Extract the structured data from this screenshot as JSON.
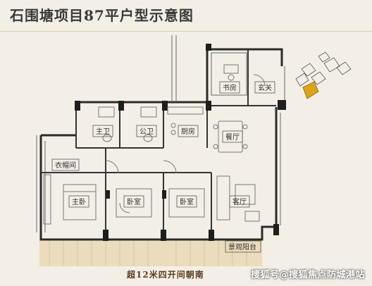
{
  "title": "石围塘项目87平户型示意图",
  "rooms": {
    "shufang": "书房",
    "xuanguan": "玄关",
    "zhuwei": "主卫",
    "gongwei": "公卫",
    "chufang": "厨房",
    "canting": "餐厅",
    "yimaojian": "衣帽间",
    "zhuwo": "主卧",
    "woshi1": "卧室",
    "woshi2": "卧室",
    "keting": "客厅",
    "jingguan": "景观阳台"
  },
  "orientation": "超12米四开间朝南",
  "watermark": "搜狐号@搜狐焦点防城港站",
  "colors": {
    "background": "#f3efe6",
    "wall": "#2b2b2b",
    "balcony": "#e9d9b8",
    "highlight": "#e0a21a"
  }
}
